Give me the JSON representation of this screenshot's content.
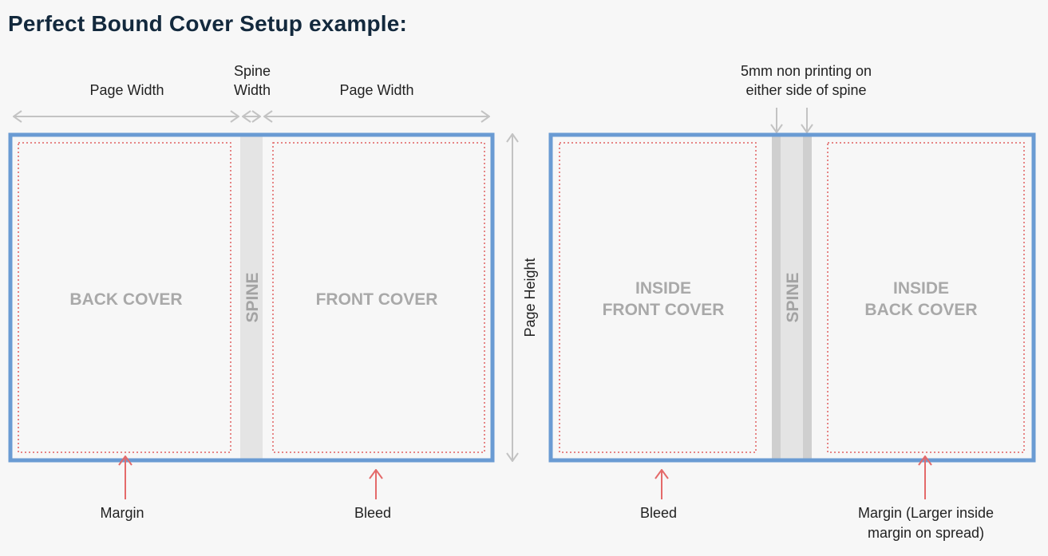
{
  "title": "Perfect Bound Cover Setup example:",
  "colors": {
    "trim_border": "#6a9bd3",
    "margin_dotted": "#e06060",
    "arrow_red": "#e46a6a",
    "dimension_arrow": "#c3c3c3",
    "spine_fill": "#e4e4e4",
    "spine_nonprint": "#cfcfcf",
    "panel_label": "#a9a9a9"
  },
  "outside_cover": {
    "dimension_labels": {
      "page_width_left": "Page Width",
      "spine_width_line1": "Spine",
      "spine_width_line2": "Width",
      "page_width_right": "Page Width",
      "page_height": "Page Height"
    },
    "panels": {
      "back": "BACK COVER",
      "spine": "SPINE",
      "front": "FRONT COVER"
    },
    "callouts": {
      "margin": "Margin",
      "bleed": "Bleed"
    }
  },
  "inside_cover": {
    "nonprint_note_line1": "5mm non printing on",
    "nonprint_note_line2": "either side of spine",
    "panels": {
      "inside_front_line1": "INSIDE",
      "inside_front_line2": "FRONT COVER",
      "spine": "SPINE",
      "inside_back_line1": "INSIDE",
      "inside_back_line2": "BACK COVER"
    },
    "callouts": {
      "bleed": "Bleed",
      "margin_line1": "Margin (Larger inside",
      "margin_line2": "margin on spread)"
    }
  }
}
